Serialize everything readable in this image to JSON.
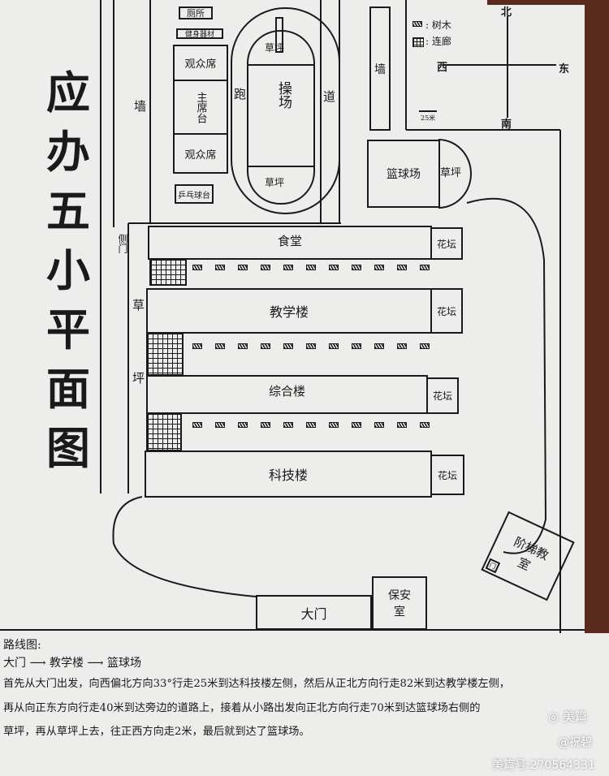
{
  "title_chars": [
    "应",
    "办",
    "五",
    "小",
    "平",
    "面",
    "图"
  ],
  "map": {
    "toilet": "厕所",
    "fitness": "健身器材",
    "stand_top": "观众席",
    "podium": "主席台",
    "stand_bottom": "观众席",
    "pingpong": "乒乓球台",
    "field_lawn_top": "草坪",
    "field": "操场",
    "field_lawn_bottom": "草坪",
    "track_left": "跑",
    "track_right": "道",
    "wall_left": "墙",
    "wall_right": "墙",
    "basketball": "篮球场",
    "basketball_lawn": "草坪",
    "canteen": "食堂",
    "teaching": "教学楼",
    "complex": "综合楼",
    "tech": "科技楼",
    "flowerbed": "花坛",
    "side_gate": "侧门",
    "lawn_side_1": "草",
    "lawn_side_2": "坪",
    "lecture_hall": "阶梯教室",
    "door": "门",
    "security": "保安室",
    "main_gate": "大门"
  },
  "legend": {
    "trees": ": 树木",
    "corridor": ": 连廊",
    "north": "北",
    "south": "南",
    "west": "西",
    "east": "东",
    "scale": "25米"
  },
  "notes": {
    "heading": "路线图:",
    "route": "大门 ⟶ 教学楼 ⟶ 篮球场",
    "lines": [
      "首先从大门出发，向西偏北方向33°行走25米到达科技楼左侧，然后从正北方向行走82米到达教学楼左侧，",
      "再从向正东方向行走40米到达旁边的道路上，接着从小路出发向正北方向行走70米到达篮球场右侧的",
      "草坪，再从草坪上去，往正西方向走2米，最后就到达了篮球场。"
    ]
  },
  "watermark": {
    "brand": "美篇",
    "author": "@祝碧",
    "id": "美篇号:270564331"
  }
}
